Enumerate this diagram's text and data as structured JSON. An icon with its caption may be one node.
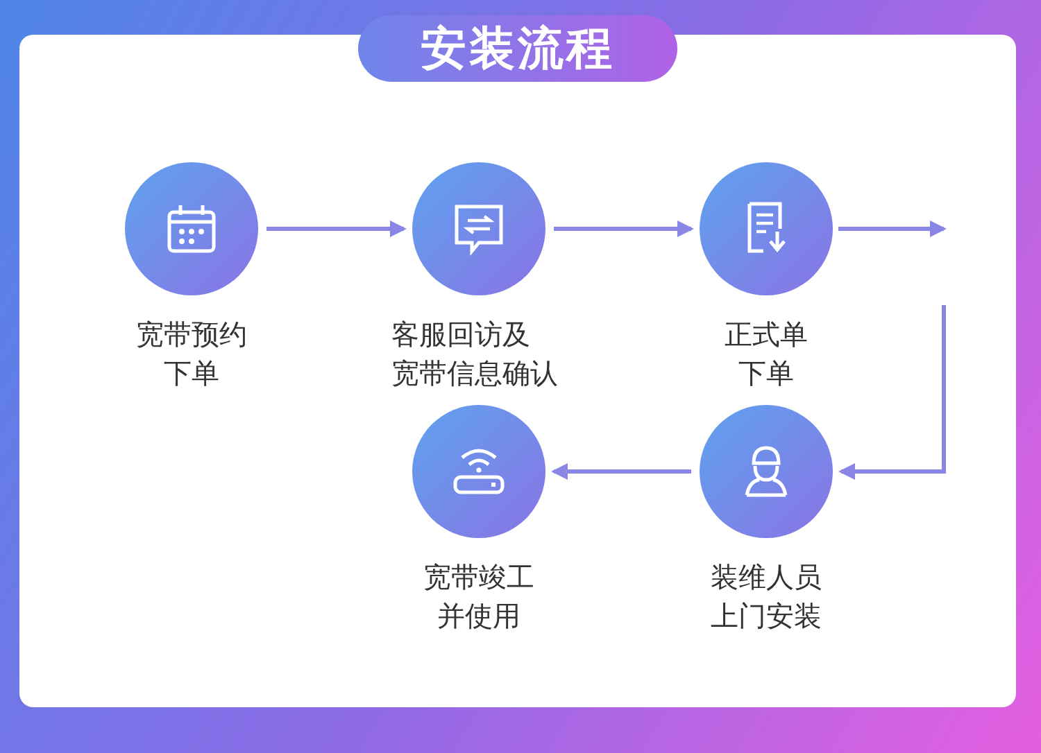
{
  "diagram": {
    "title": "安装流程",
    "nodes": [
      {
        "text": [
          "宽带预约下单"
        ]
      },
      {
        "text": [
          "客服回访及宽带信息确认"
        ]
      },
      {
        "text": [
          "正式单下单"
        ]
      },
      {
        "text": [
          "装维人员上门安装"
        ]
      },
      {
        "text": [
          "宽带竣工并使用"
        ]
      }
    ],
    "edges": [
      {
        "from": 0,
        "to": 1,
        "arrow": "to"
      },
      {
        "from": 1,
        "to": 2,
        "arrow": "to"
      },
      {
        "from": 2,
        "to": null,
        "arrow": "to"
      },
      {
        "from": null,
        "to": 3,
        "arrow": "to"
      },
      {
        "from": 3,
        "to": 4,
        "arrow": "to"
      }
    ]
  }
}
